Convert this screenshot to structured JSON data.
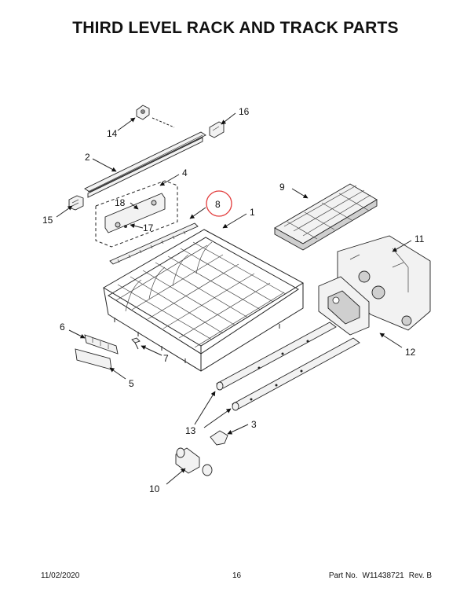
{
  "title": "THIRD LEVEL RACK AND TRACK PARTS",
  "callouts": {
    "c1": "1",
    "c2": "2",
    "c3": "3",
    "c4": "4",
    "c5": "5",
    "c6": "6",
    "c7": "7",
    "c8": "8",
    "c9": "9",
    "c10": "10",
    "c11": "11",
    "c12": "12",
    "c13": "13",
    "c14": "14",
    "c15": "15",
    "c16": "16",
    "c17": "17",
    "c18": "18"
  },
  "highlight": {
    "callout": "8",
    "color": "#e23b3b"
  },
  "footer": {
    "date": "11/02/2020",
    "page": "16",
    "part_label": "Part No.",
    "part_number": "W11438721",
    "rev": "Rev. B"
  }
}
